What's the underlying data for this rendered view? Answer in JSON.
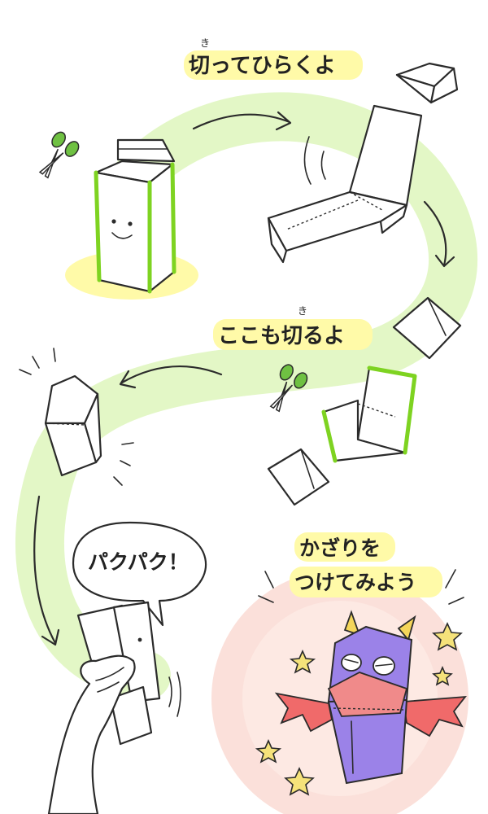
{
  "steps": {
    "cut_open": {
      "ruby": "き",
      "label": "切ってひらくよ"
    },
    "cut_here": {
      "ruby": "き",
      "label": "ここも切るよ"
    },
    "speech": {
      "label": "パクパク！"
    },
    "decorate": {
      "line1": "かざりを",
      "line2": "つけてみよう"
    }
  },
  "colors": {
    "green_path": "#e3f7c6",
    "highlight": "#fffaa8",
    "accent_green": "#7ed321",
    "glow": "#fbe0da",
    "monster_purple": "#9b82e8",
    "beak_pink": "#f08a8a",
    "horn_yellow": "#f4d65a",
    "star_yellow": "#f5e27a"
  },
  "icons": [
    "scissors-icon",
    "milk-carton",
    "arrow",
    "star-icon",
    "monster-puppet",
    "hand"
  ]
}
